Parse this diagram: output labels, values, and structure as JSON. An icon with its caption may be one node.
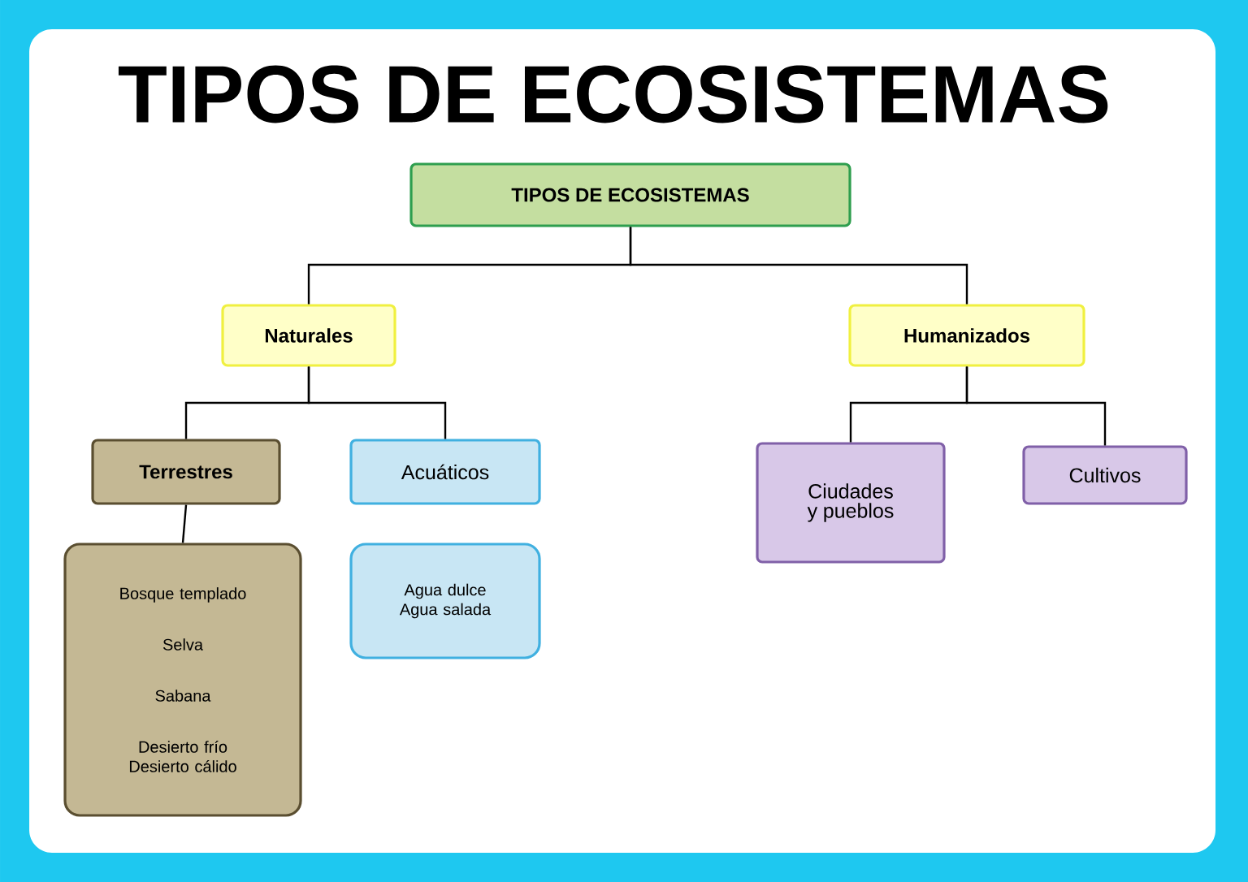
{
  "diagram": {
    "title": "TIPOS DE ECOSISTEMAS",
    "nodes": [
      {
        "text": [
          "TIPOS DE ECOSISTEMAS"
        ]
      },
      {
        "text": [
          "Naturales"
        ]
      },
      {
        "text": [
          "Humanizados"
        ]
      },
      {
        "text": [
          "Terrestres"
        ]
      },
      {
        "text": [
          "Acuáticos"
        ]
      },
      {
        "text": [
          "Ciudades y pueblos"
        ]
      },
      {
        "text": [
          "Cultivos"
        ]
      },
      {
        "text": [
          "Bosque templado",
          "Selva",
          "Sabana",
          "Desierto frío",
          "Desierto cálido"
        ]
      },
      {
        "text": [
          "Agua dulce",
          "Agua salada"
        ]
      }
    ],
    "edges": [
      {
        "from": 0,
        "to": 1,
        "arrow": "none"
      },
      {
        "from": 0,
        "to": 2,
        "arrow": "none"
      },
      {
        "from": 1,
        "to": 3,
        "arrow": "none"
      },
      {
        "from": 1,
        "to": 4,
        "arrow": "none"
      },
      {
        "from": 2,
        "to": 5,
        "arrow": "none"
      },
      {
        "from": 2,
        "to": 6,
        "arrow": "none"
      },
      {
        "from": 3,
        "to": 7,
        "arrow": "none"
      }
    ]
  }
}
